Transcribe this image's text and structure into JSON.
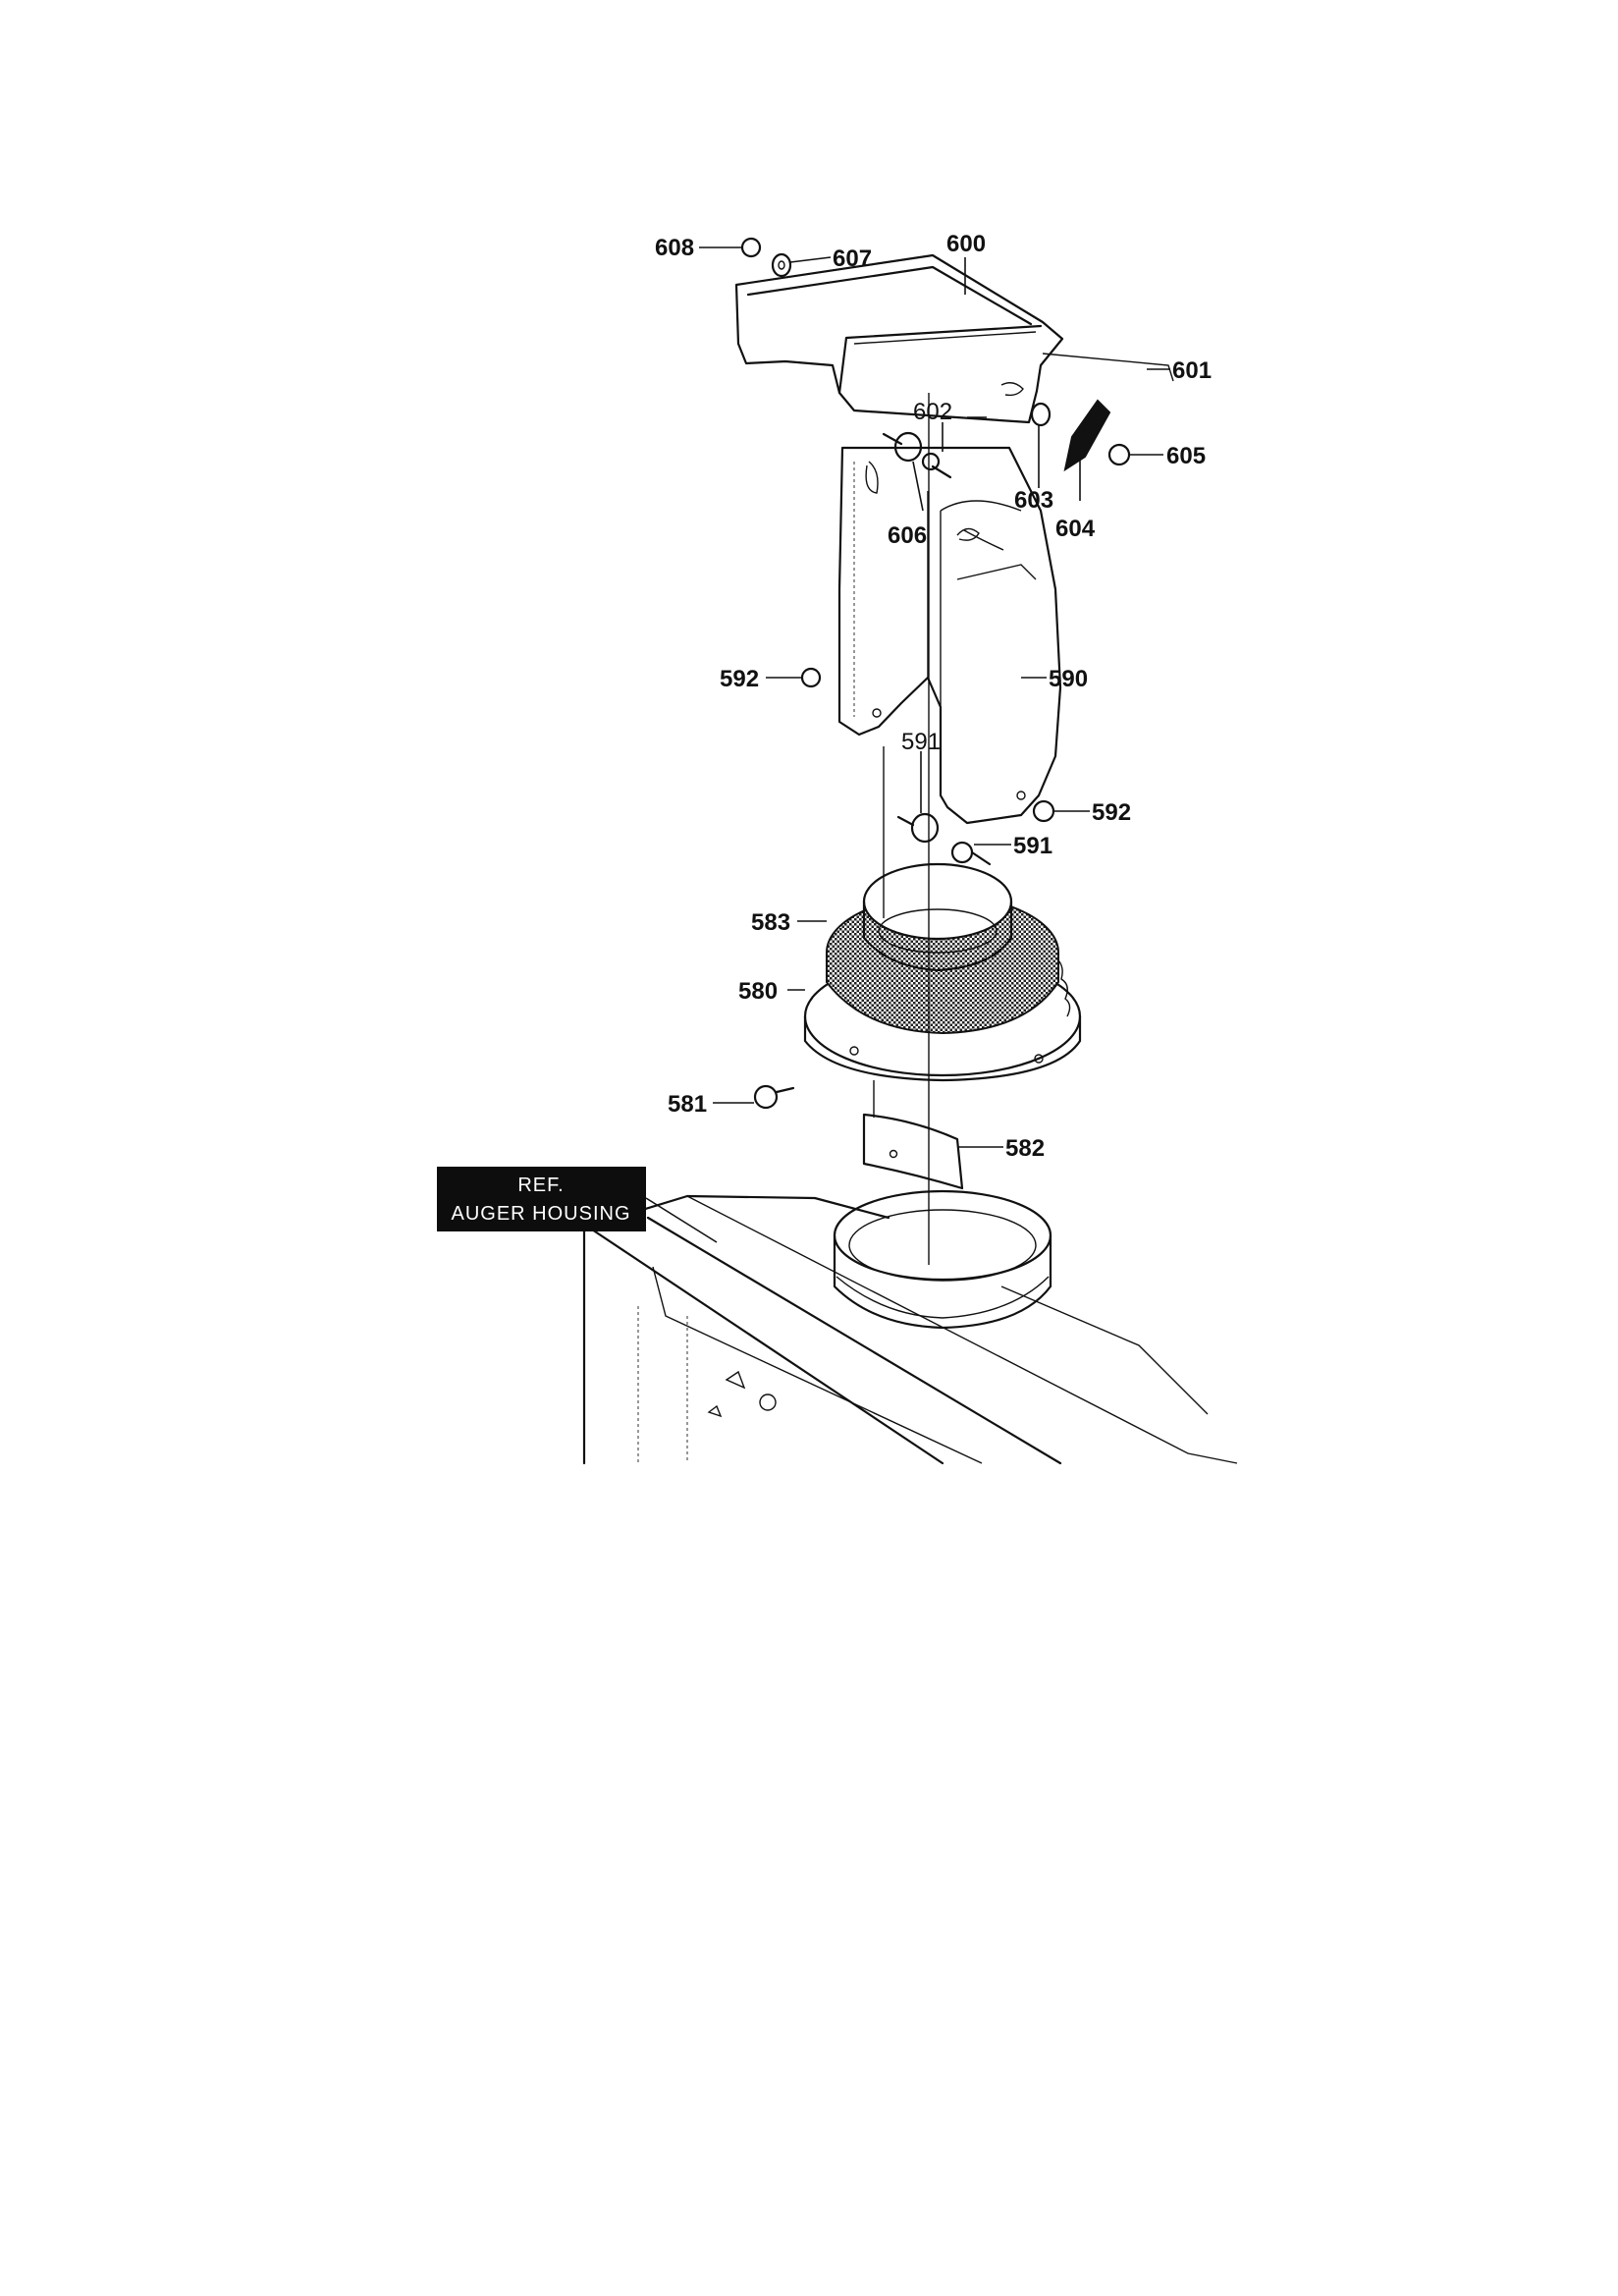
{
  "diagram": {
    "reference_box": {
      "line1": "REF.",
      "line2": "AUGER HOUSING"
    },
    "callouts": [
      {
        "id": "608",
        "label": "608"
      },
      {
        "id": "607",
        "label": "607"
      },
      {
        "id": "600",
        "label": "600"
      },
      {
        "id": "601",
        "label": "601"
      },
      {
        "id": "602",
        "label": "602"
      },
      {
        "id": "603",
        "label": "603"
      },
      {
        "id": "604",
        "label": "604"
      },
      {
        "id": "605",
        "label": "605"
      },
      {
        "id": "606",
        "label": "606"
      },
      {
        "id": "592a",
        "label": "592"
      },
      {
        "id": "590",
        "label": "590"
      },
      {
        "id": "591a",
        "label": "591"
      },
      {
        "id": "592b",
        "label": "592"
      },
      {
        "id": "591b",
        "label": "591"
      },
      {
        "id": "583",
        "label": "583"
      },
      {
        "id": "580",
        "label": "580"
      },
      {
        "id": "581",
        "label": "581"
      },
      {
        "id": "582",
        "label": "582"
      }
    ]
  }
}
